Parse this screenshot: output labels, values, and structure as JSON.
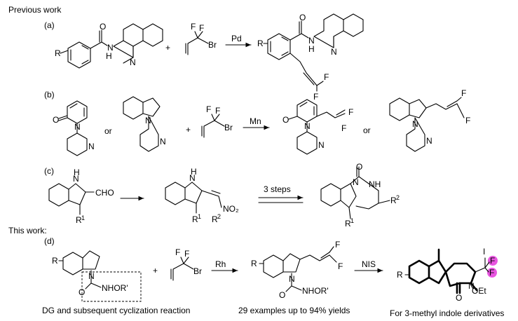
{
  "headings": {
    "previous": "Previous work",
    "this_work": "This work:"
  },
  "labels": {
    "a": "(a)",
    "b": "(b)",
    "c": "(c)",
    "d": "(d)"
  },
  "reagents": {
    "a": "Pd",
    "b": "Mn",
    "c": "3 steps",
    "d1": "Rh",
    "d2": "NIS"
  },
  "symbols": {
    "plus": "+",
    "or": "or"
  },
  "atoms": {
    "O": "O",
    "N": "N",
    "H": "H",
    "R": "R",
    "F": "F",
    "Br": "Br",
    "I": "I",
    "CHO": "CHO",
    "NO2": "NO₂",
    "NH": "NH",
    "NHOR": "NHOR'",
    "OEt": "OEt",
    "one": "1",
    "two": "2"
  },
  "highlight_color": "#e855e0",
  "captions": {
    "left": "DG and subsequent cyclization reaction",
    "middle": "29 examples up to 94% yields",
    "right": "For 3-methyl indole derivatives"
  }
}
